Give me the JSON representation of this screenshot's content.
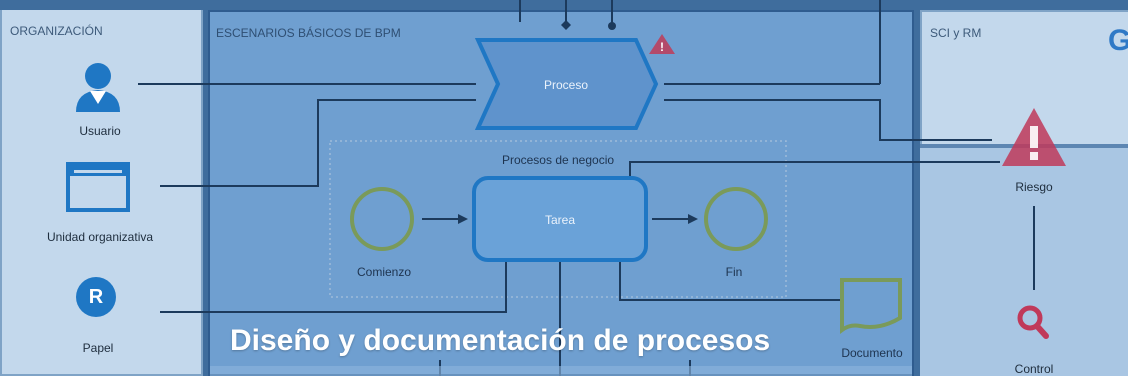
{
  "panels": {
    "left_title": "ORGANIZACIÓN",
    "center_title": "ESCENARIOS BÁSICOS DE BPM",
    "right_title": "SCI y RM",
    "right_corner_letter": "G"
  },
  "left_items": {
    "usuario": "Usuario",
    "unidad": "Unidad organizativa",
    "papel": "Papel",
    "papel_badge": "R"
  },
  "center": {
    "proceso": "Proceso",
    "procesos_negocio": "Procesos de negocio",
    "tarea": "Tarea",
    "comienzo": "Comienzo",
    "fin": "Fin",
    "documento": "Documento"
  },
  "right_items": {
    "riesgo": "Riesgo",
    "control": "Control"
  },
  "banner": "Diseño y documentación de procesos",
  "colors": {
    "accent_blue": "#1f77c4",
    "event_green": "#7a9a5a",
    "risk_red": "#c0395a",
    "line": "#1c3a5c"
  }
}
